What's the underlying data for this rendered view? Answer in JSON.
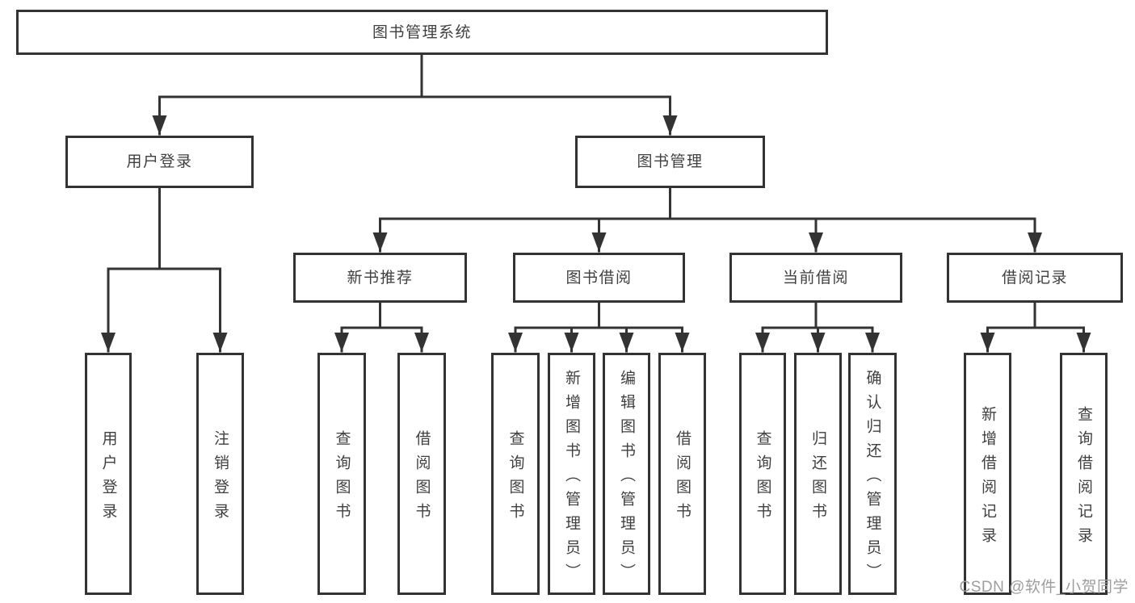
{
  "tree": {
    "root": {
      "label": "图书管理系统",
      "children": [
        {
          "label": "用户登录",
          "children": [
            {
              "label": "用户登录"
            },
            {
              "label": "注销登录"
            }
          ]
        },
        {
          "label": "图书管理",
          "children": [
            {
              "label": "新书推荐",
              "children": [
                {
                  "label": "查询图书"
                },
                {
                  "label": "借阅图书"
                }
              ]
            },
            {
              "label": "图书借阅",
              "children": [
                {
                  "label": "查询图书"
                },
                {
                  "label": "新增图书（管理员）"
                },
                {
                  "label": "编辑图书（管理员）"
                },
                {
                  "label": "借阅图书"
                }
              ]
            },
            {
              "label": "当前借阅",
              "children": [
                {
                  "label": "查询图书"
                },
                {
                  "label": "归还图书"
                },
                {
                  "label": "确认归还（管理员）"
                }
              ]
            },
            {
              "label": "借阅记录",
              "children": [
                {
                  "label": "新增借阅记录"
                },
                {
                  "label": "查询借阅记录"
                }
              ]
            }
          ]
        }
      ]
    }
  },
  "watermark": "CSDN @软件_小贺同学",
  "colors": {
    "line": "#333333",
    "box_text": "#404040",
    "watermark": "#9e9e9e",
    "background": "#ffffff"
  }
}
